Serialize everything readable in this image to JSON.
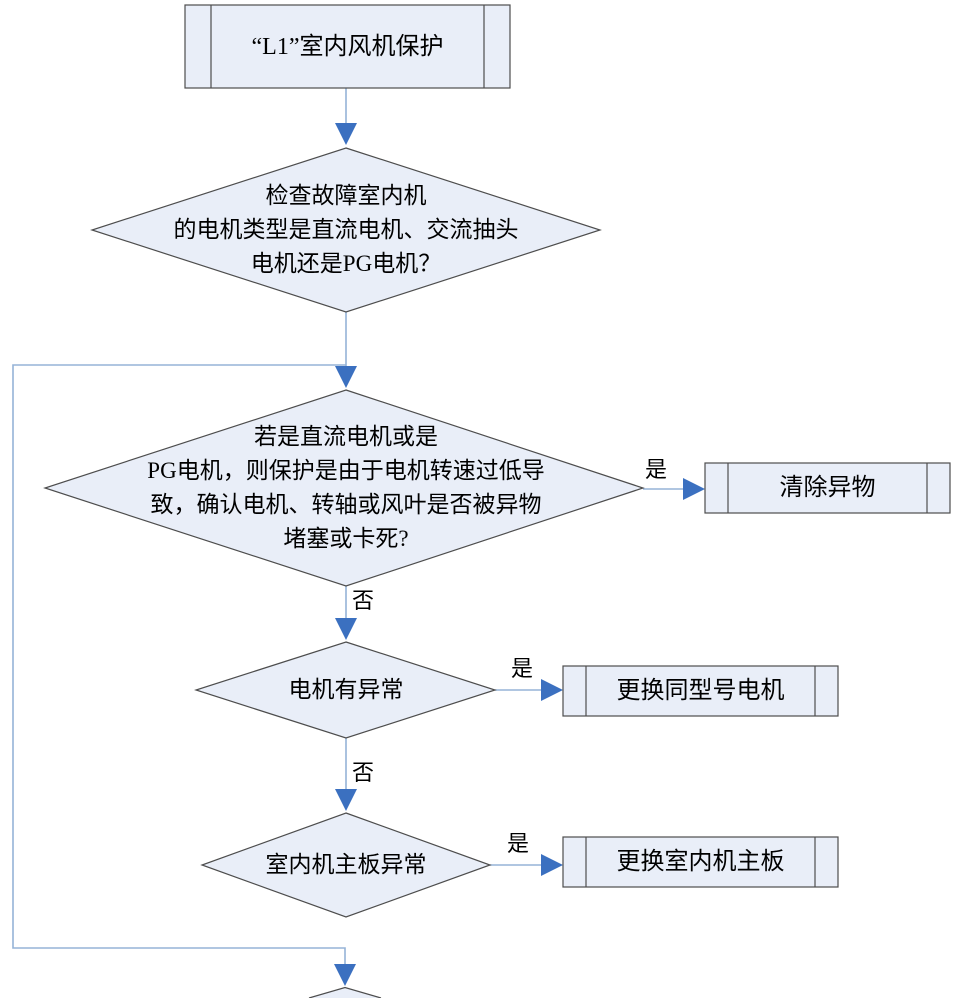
{
  "diagram": {
    "type": "flowchart",
    "language": "zh-CN",
    "nodes": {
      "start": {
        "shape": "predefined-process",
        "label": "“L1”室内风机保护"
      },
      "d1": {
        "shape": "decision",
        "line1": "检查故障室内机",
        "line2": "的电机类型是直流电机、交流抽头",
        "line3": "电机还是PG电机？"
      },
      "d2": {
        "shape": "decision",
        "line1": "若是直流电机或是",
        "line2": "PG电机，则保护是由于电机转速过低导",
        "line3": "致，确认电机、转轴或风叶是否被异物",
        "line4": "堵塞或卡死?"
      },
      "p1": {
        "shape": "predefined-process",
        "label": "清除异物"
      },
      "d3": {
        "shape": "decision",
        "label": "电机有异常"
      },
      "p2": {
        "shape": "predefined-process",
        "label": "更换同型号电机"
      },
      "d4": {
        "shape": "decision",
        "label": "室内机主板异常"
      },
      "p3": {
        "shape": "predefined-process",
        "label": "更换室内机主板"
      },
      "offpage": {
        "shape": "decision-partial",
        "label": ""
      }
    },
    "edges": [
      {
        "from": "start",
        "to": "d1",
        "label": ""
      },
      {
        "from": "d1",
        "to": "d2",
        "label": ""
      },
      {
        "from": "d2",
        "to": "p1",
        "label": "是"
      },
      {
        "from": "d2",
        "to": "d3",
        "label": "否"
      },
      {
        "from": "d3",
        "to": "p2",
        "label": "是"
      },
      {
        "from": "d3",
        "to": "d4",
        "label": "否"
      },
      {
        "from": "d4",
        "to": "p3",
        "label": "是"
      },
      {
        "from": "d1-d2-junction",
        "to": "offpage",
        "label": ""
      }
    ],
    "colors": {
      "node_fill": "#e9eef8",
      "node_border": "#4d4d4d",
      "connector_line": "#95b3d7",
      "arrowhead": "#3b70c0",
      "text": "#000000",
      "background": "#ffffff"
    }
  }
}
